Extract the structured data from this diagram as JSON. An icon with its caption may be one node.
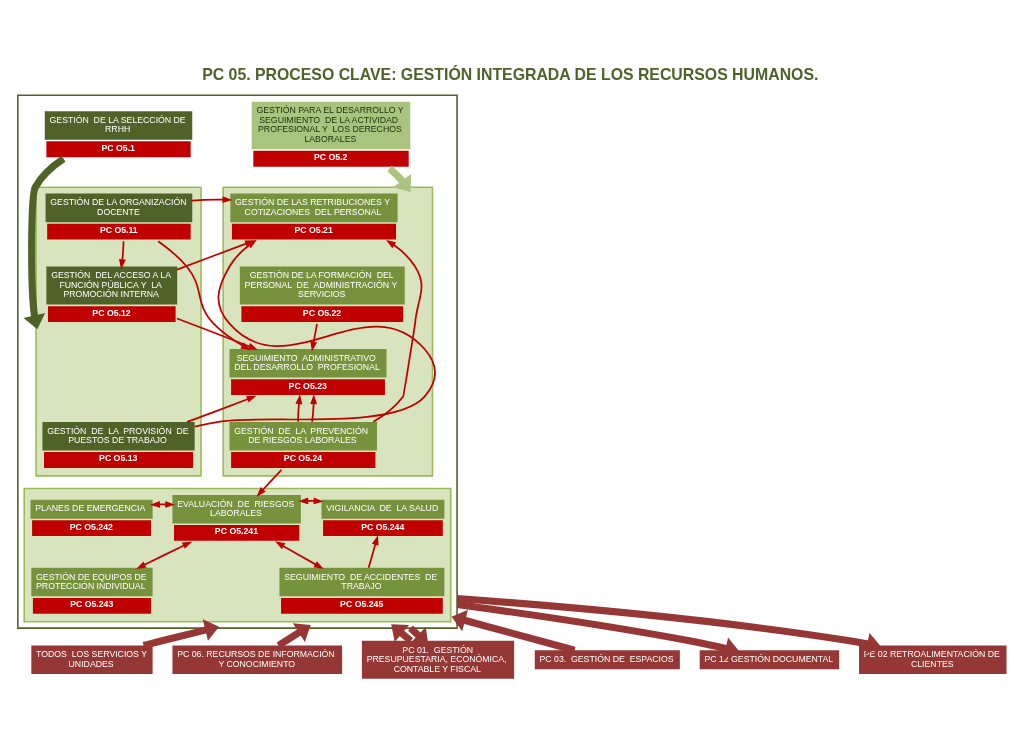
{
  "diagram": {
    "title": "PC 05. PROCESO CLAVE: GESTIÓN INTEGRADA DE LOS RECURSOS HUMANOS.",
    "nodes": [
      {
        "text": [],
        "shape": "box"
      },
      {
        "text": [
          "GESTIÓN  DE LA SELECCIÓN DE RRHH"
        ],
        "in": 0,
        "beside": [
          "PC O5.1"
        ]
      },
      {
        "text": [
          "GESTIÓN PARA EL DESARROLLO Y SEGUIMIENTO  DE LA ACTIVIDAD  PROFESIONAL Y  LOS DERECHOS LABORALES"
        ],
        "in": 0,
        "beside": [
          "PC O5.2"
        ]
      },
      {
        "text": [],
        "shape": "box",
        "in": 0
      },
      {
        "text": [
          "GESTIÓN DE LA ORGANIZACIÓN DOCENTE"
        ],
        "in": 3,
        "beside": [
          "PC O5.11"
        ]
      },
      {
        "text": [
          "GESTIÓN  DEL ACCESO A LA FUNCIÓN PÚBLICA Y  LA PROMOCIÓN INTERNA"
        ],
        "in": 3,
        "beside": [
          "PC O5.12"
        ]
      },
      {
        "text": [
          "GESTIÓN  DE  LA  PROVISIÓN  DE PUESTOS DE TRABAJO"
        ],
        "in": 3,
        "beside": [
          "PC O5.13"
        ]
      },
      {
        "text": [],
        "shape": "box",
        "in": 0
      },
      {
        "text": [
          "GESTIÓN DE LAS RETRIBUCIONES Y COTIZACIONES  DEL PERSONAL"
        ],
        "in": 7,
        "beside": [
          "PC O5.21"
        ]
      },
      {
        "text": [
          "GESTIÓN DE LA FORMACIÓN  DEL PERSONAL  DE  ADMINISTRACIÓN Y SERVICIOS"
        ],
        "in": 7,
        "beside": [
          "PC O5.22"
        ]
      },
      {
        "text": [
          "SEGUIMIENTO  ADMINISTRATIVO  DEL DESARROLLO  PROFESIONAL"
        ],
        "in": 7,
        "beside": [
          "PC O5.23"
        ]
      },
      {
        "text": [
          "GESTIÓN  DE  LA  PREVENCIÓN  DE RIESGOS LABORALES"
        ],
        "in": 7,
        "beside": [
          "PC O5.24"
        ]
      },
      {
        "text": [],
        "shape": "box",
        "in": 0
      },
      {
        "text": [
          "PLANES DE EMERGENCIA"
        ],
        "in": 12,
        "beside": [
          "PC O5.242"
        ]
      },
      {
        "text": [
          "GESTIÓN DE EQUIPOS DE PROTECCIÓN INDIVIDUAL"
        ],
        "in": 12,
        "beside": [
          "PC O5.243"
        ]
      },
      {
        "text": [
          "EVALUACIÓN  DE  RIESGOS LABORALES"
        ],
        "in": 12,
        "beside": [
          "PC O5.241"
        ]
      },
      {
        "text": [
          "VIGILANCIA  DE  LA SALUD"
        ],
        "in": 12,
        "beside": [
          "PC O5.244"
        ]
      },
      {
        "text": [
          "SEGUIMIENTO  DE ACCIDENTES  DE  TRABAJO"
        ],
        "in": 12,
        "beside": [
          "PC O5.245"
        ]
      },
      {
        "text": [
          "TODOS  LOS SERVICIOS Y UNIDADES"
        ]
      },
      {
        "text": [
          "PC 06. RECURSOS DE INFORMACIÓN Y CONOCIMIENTO"
        ]
      },
      {
        "text": [
          "PC 01.  GESTIÓN PRESUPUESTARIA, ECONÓMICA, CONTABLE Y FISCAL"
        ]
      },
      {
        "text": [
          "PC 03.  GESTIÓN DE  ESPACIOS"
        ]
      },
      {
        "text": [
          "PC 12 GESTIÓN DOCUMENTAL"
        ]
      },
      {
        "text": [
          "PE 02 RETROALIMENTACIÓN DE CLIENTES"
        ]
      }
    ],
    "edges": [
      {
        "from": 1,
        "to": 3,
        "arrow": "to",
        "style": "thick",
        "color": "#4f6228"
      },
      {
        "from": 2,
        "to": 7,
        "arrow": "to",
        "style": "thick",
        "color": "#a9c47f"
      },
      {
        "from": 4,
        "to": 5,
        "arrow": "to"
      },
      {
        "from": 4,
        "to": 8,
        "arrow": "to"
      },
      {
        "from": 4,
        "to": 10,
        "arrow": "to"
      },
      {
        "from": 5,
        "to": 8,
        "arrow": "to"
      },
      {
        "from": 5,
        "to": 10,
        "arrow": "to"
      },
      {
        "from": 6,
        "to": 8,
        "arrow": "to"
      },
      {
        "from": 6,
        "to": 10,
        "arrow": "to"
      },
      {
        "from": 9,
        "to": 10,
        "arrow": "to"
      },
      {
        "from": 11,
        "to": 10,
        "arrow": "to"
      },
      {
        "from": 11,
        "to": 8,
        "arrow": "to"
      },
      {
        "from": 11,
        "to": 10,
        "arrow": "to"
      },
      {
        "from": 11,
        "to": 15,
        "arrow": "to"
      },
      {
        "from": 13,
        "to": 15,
        "arrow": "both"
      },
      {
        "from": 14,
        "to": 15,
        "arrow": "both"
      },
      {
        "from": 16,
        "to": 15,
        "arrow": "both"
      },
      {
        "from": 17,
        "to": 15,
        "arrow": "both"
      },
      {
        "from": 17,
        "to": 16,
        "arrow": "to"
      },
      {
        "from": 18,
        "to": 0,
        "arrow": "to",
        "style": "thick",
        "color": "#953735"
      },
      {
        "from": 19,
        "to": 0,
        "arrow": "to",
        "style": "thick",
        "color": "#953735"
      },
      {
        "from": 20,
        "to": 0,
        "arrow": "to",
        "style": "thick",
        "color": "#953735"
      },
      {
        "from": 0,
        "to": 20,
        "arrow": "to",
        "style": "thick",
        "color": "#953735"
      },
      {
        "from": 21,
        "to": 0,
        "arrow": "to",
        "style": "thick",
        "color": "#953735"
      },
      {
        "from": 0,
        "to": 22,
        "arrow": "to",
        "style": "thick",
        "color": "#953735"
      },
      {
        "from": 0,
        "to": 23,
        "arrow": "to",
        "style": "thick",
        "color": "#953735"
      }
    ]
  }
}
